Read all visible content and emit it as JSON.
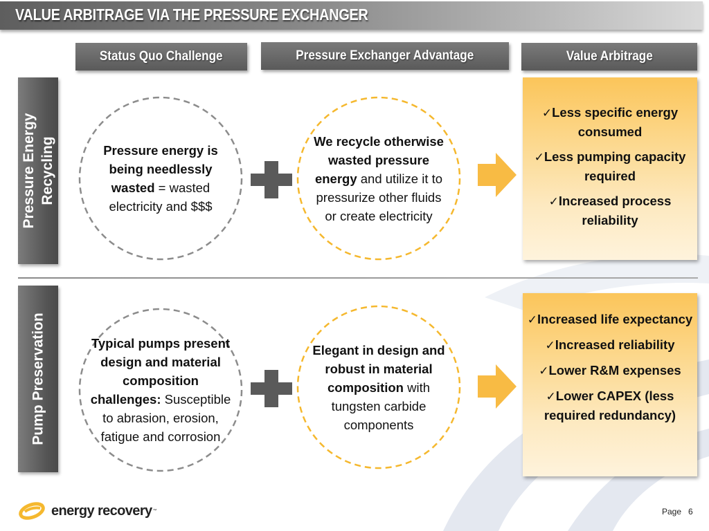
{
  "slide": {
    "title": "VALUE ARBITRAGE VIA THE PRESSURE EXCHANGER",
    "column_headers": [
      "Status Quo Challenge",
      "Pressure Exchanger Advantage",
      "Value Arbitrage"
    ],
    "rows": [
      {
        "label_lines": [
          "Pressure Energy",
          "Recycling"
        ],
        "challenge": {
          "bold": "Pressure energy is being needlessly wasted",
          "normal": " = wasted electricity and $$$"
        },
        "advantage": {
          "bold": "We recycle otherwise wasted pressure energy",
          "normal": " and utilize it to pressurize other fluids or create electricity"
        },
        "benefits": [
          "Less specific energy consumed",
          "Less pumping capacity required",
          "Increased process reliability"
        ]
      },
      {
        "label_lines": [
          "Pump Preservation"
        ],
        "challenge": {
          "bold": "Typical pumps present design and material composition challenges:",
          "normal": " Susceptible to abrasion, erosion, fatigue and corrosion"
        },
        "advantage": {
          "bold": "Elegant in design and robust in material composition",
          "normal": " with tungsten carbide components"
        },
        "benefits": [
          "Increased life expectancy",
          "Increased reliability",
          "Lower R&M expenses",
          "Lower CAPEX (less required redundancy)"
        ]
      }
    ],
    "check_glyph": "✓",
    "icons": {
      "connector": "plus-icon",
      "flow": "right-arrow-icon",
      "logo": "energy-recovery-logo-icon"
    }
  },
  "footer": {
    "brand": "energy recovery",
    "trademark": "™",
    "page_label": "Page",
    "page_number": "6"
  },
  "colors": {
    "accent_yellow": "#F6B93B",
    "dash_gray": "#8C8C8C",
    "header_gray": "#666666",
    "plus_gray": "#5A5A5A",
    "watermark": "#E3E7EF"
  }
}
